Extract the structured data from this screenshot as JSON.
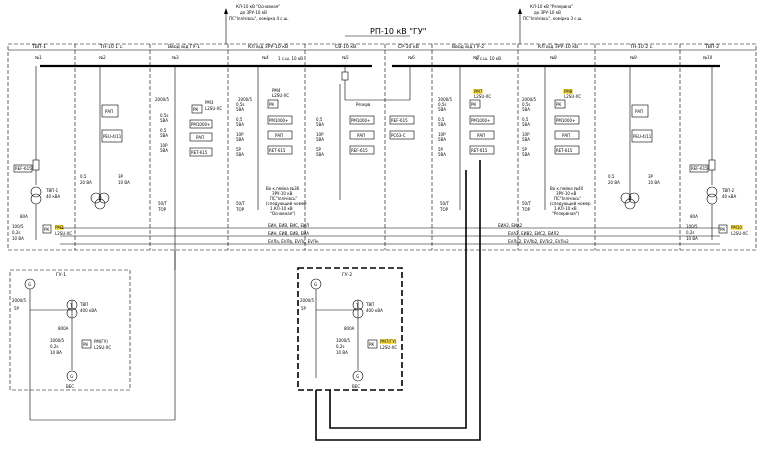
{
  "title": "РП-10 кВ \"ГУ\"",
  "feeds": [
    {
      "lines": [
        "КЛ-10 кВ \"Основная\"",
        "до ЗРУ-10 кВ",
        "ПС\"Іллічівсь\", комірка 4 с.ш."
      ]
    },
    {
      "lines": [
        "КЛ-10 кВ \"Резервна\"",
        "до ЗРУ-10 кВ",
        "ПС\"Іллічівсь\", комірка 3 с.ш."
      ]
    }
  ],
  "cells": [
    {
      "name": "ТВП-1",
      "num": "№1"
    },
    {
      "name": "ТН-10 1 с.",
      "num": "№2"
    },
    {
      "name": "Ввод від ГУ-1",
      "num": "№3"
    },
    {
      "name": "КЛ від ЗРУ-10 кВ",
      "num": "№4"
    },
    {
      "name": "СВ-10 кВ",
      "num": "№5"
    },
    {
      "name": "СР-10 кВ",
      "num": "№6"
    },
    {
      "name": "Ввод від ГУ-2",
      "num": "№7"
    },
    {
      "name": "КЛ від ЗРУ-10 кВ",
      "num": "№8"
    },
    {
      "name": "ТН-10 2 с.",
      "num": "№9"
    },
    {
      "name": "ТВП-2",
      "num": "№10"
    }
  ],
  "sections": [
    "1 с.ш. 10 кВ",
    "2 с.ш. 10 кВ"
  ],
  "relays": {
    "rap": "РАП",
    "reu": "РЕU-4/11",
    "rk": "РК",
    "rm": "РМ1000+",
    "ret": "RET-615",
    "ref": "REF-615",
    "rm2": "РМ1000+",
    "pcs": "РС63-С",
    "reserve": "Резерв"
  },
  "ct": {
    "ratio": "2000/5",
    "cls1": "0,5s",
    "va1": "5ВА",
    "cls2": "0,5",
    "va2": "5ВА",
    "cls3": "10Р",
    "va3": "5ВА",
    "cls4": "5Р",
    "va4": "5ВА"
  },
  "meters": {
    "m3": "РМ3",
    "m4": "РМ4",
    "m7": "РМ7",
    "m8": "РМ8",
    "m10": "РМ10",
    "m1": "РМ1",
    "m10b": "РМ10(1)",
    "type": "L2SU-ХС",
    "type2": "L2SU-ХС",
    "gu2": "РМ7(ГУ)"
  },
  "tvp": {
    "name1": "ТВП-1",
    "name2": "ТВП-2",
    "rating": "40 кВА",
    "a80": "80А",
    "ct": "100/5",
    "cls": "0,2s",
    "va": "10 ВА"
  },
  "tn": {
    "cls": "0,5",
    "va": "20 ВА",
    "cls2": "3Р",
    "va2": "10 ВА"
  },
  "protect": {
    "i": "50/Т",
    "tdp": "ТОР"
  },
  "notes": {
    "n4": [
      "Во к.пейка №36",
      "ЗРУ-10 кВ",
      "ПС\"Іллічівсь\"",
      "(следующий номер",
      "1.КЛ-10 кВ",
      "\"Основная\")"
    ],
    "n8": [
      "Во к.пейка №40",
      "ЗРУ-10 кВ",
      "ПС\"Іллічівсь\"",
      "(следующий номер",
      "1.КЛ-10 кВ",
      "\"Резервная\")"
    ]
  },
  "buses": {
    "l1a": "EИА, EИB, EИС, EИЛ",
    "l1b": "EИН, EИB, EИВ, EИА",
    "l1c": "EVЛа, EVЛb, EVЛс, EVЛн",
    "l2a": "EИА2, EИА2",
    "l2b": "EVА2, EИВ2, EИС2, EИЛ2",
    "l2c": "EVЛа2, EVЛb2, EVЛс2, EVЛн2"
  },
  "gu": [
    {
      "name": "ГУ-1",
      "ct": "2000/5",
      "cls": "5Р",
      "tvp": "ТВП",
      "kva": "400 кВА",
      "a": "800А",
      "ct2": "1000/5",
      "cls2": "0,2s",
      "va": "10 ВА",
      "rk": "РК",
      "meter": "РМ(ГУ)",
      "type": "L2SU-ХС",
      "gen": "ВЕС"
    },
    {
      "name": "ГУ-2",
      "ct": "2000/5",
      "cls": "5Р",
      "tvp": "ТВП",
      "kva": "400 кВА",
      "a": "800А",
      "ct2": "1000/5",
      "cls2": "0,2s",
      "va": "10 ВА",
      "rk": "РК",
      "meter": "РМ(ГУ)",
      "type": "L2SU-ХС",
      "gen": "ВЕС"
    }
  ],
  "gen_label": "G",
  "tvp_circle": "Т"
}
